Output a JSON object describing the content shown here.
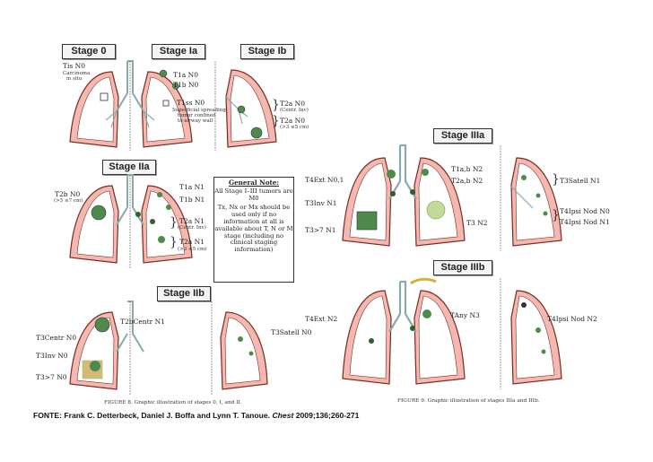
{
  "stages": {
    "stage0": "Stage 0",
    "stage1a": "Stage Ia",
    "stage1b": "Stage Ib",
    "stage2a": "Stage IIa",
    "stage2b": "Stage IIb",
    "stage3a": "Stage IIIa",
    "stage3b": "Stage IIIb"
  },
  "labels": {
    "tis": "Tis N0",
    "carcinoma": "Carcinoma",
    "in_situ": "in situ",
    "t1a_n0": "T1a N0",
    "t1b_n0": "T1b N0",
    "t1ss_n0": "T1ss N0",
    "superficial": "Superficial spreading",
    "tumor_confined": "tumor confined",
    "airway_wall": "to airway wall",
    "t2a_n0_a": "T2a N0",
    "centr_inv": "(Centr. Inv)",
    "t2a_n0_b": "T2a N0",
    "size_3_5": "(>3 ≤5 cm)",
    "t2b_n0": "T2b N0",
    "size_5_7": "(>5 ≤7 cm)",
    "t1a_n1": "T1a N1",
    "t1b_n1": "T1b N1",
    "t2a_n1_a": "T2a N1",
    "centr_inv_2": "(Centr. Inv)",
    "t2a_n1_b": "T2a N1",
    "size_3_5_b": "(>3 ≤5 cm)",
    "t4ext_n01": "T4Ext N0,1",
    "t3inv_n1": "T3Inv N1",
    "t3gt7_n1": "T3>7 N1",
    "t1ab_n2": "T1a,b N2",
    "t2ab_n2": "T2a,b N2",
    "t3_n2": "T3 N2",
    "t3satell_n1": "T3Satell N1",
    "t4ipsi_n0": "T4Ipsi Nod N0",
    "t4ipsi_n1": "T4Ipsi Nod N1",
    "t2b_centr_n1": "T2bCentr N1",
    "t3centr_n0": "T3Centr N0",
    "t3inv_n0": "T3Inv N0",
    "t3gt7_n0": "T3>7 N0",
    "t4ext_n2": "T4Ext N2",
    "t3satell_n0": "T3Satell N0",
    "tany_n3": "TAny N3",
    "t4ipsi_n2": "T4Ipsi Nod N2"
  },
  "general_note": {
    "title": "General Note:",
    "line1": "All Stage I–III tumors are M0",
    "line2": "Tx, Nx or Mx should be used only if no information at all is available about T, N or M stage (including no clinical staging information)"
  },
  "captions": {
    "fig8": "FIGURE 8. Graphic illustration of stages 0, I, and II.",
    "fig9": "FIGURE 9. Graphic illustration of stages IIIa and IIIb."
  },
  "source": {
    "prefix": "FONTE: Frank C. Detterbeck, Daniel J. Boffa and Lynn T. Tanoue. ",
    "journal": "Chest",
    "suffix": " 2009;136;260-271"
  },
  "colors": {
    "lung_fill": "#f3b8b0",
    "lung_line": "#7a2a22",
    "tumor": "#4f8a4a",
    "node": "#2f5f2f",
    "airway": "#9fb7c9"
  }
}
